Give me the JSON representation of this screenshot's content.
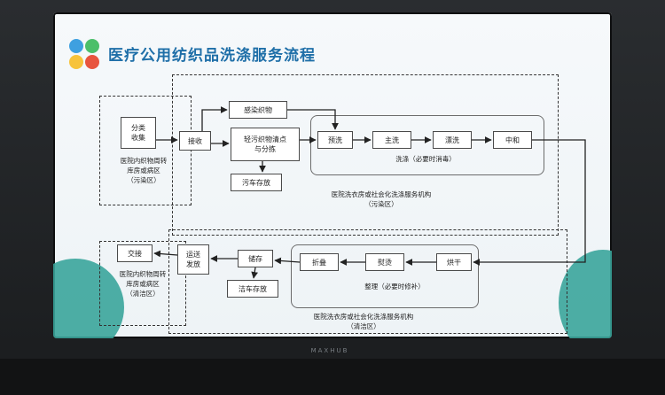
{
  "slide": {
    "title": "医疗公用纺织品洗涤服务流程",
    "left_top": {
      "sort_node": "分类\n收集",
      "caption": "医院内织物周转\n库房或病区\n（污染区）"
    },
    "contaminated": {
      "receive": "接收",
      "infected": "感染织物",
      "light_dirty": "轻污织物清点\n与分拣",
      "dirty_vehicle": "污车存放",
      "pre_wash": "预洗",
      "main_wash": "主洗",
      "rinse": "漂洗",
      "neutralize": "中和",
      "washing_caption": "洗涤（必要时消毒）",
      "area_caption": "医院洗衣房或社会化洗涤服务机构\n（污染区）"
    },
    "clean": {
      "dry": "烘干",
      "iron": "熨烫",
      "fold": "折叠",
      "store": "储存",
      "dispatch": "运送\n发放",
      "clean_vehicle": "洁车存放",
      "handover": "交接",
      "finishing_caption": "整理（必要时修补）",
      "area_caption": "医院洗衣房或社会化洗涤服务机构\n（清洁区）",
      "left_caption": "医院内织物周转\n库房或病区\n（清洁区）"
    }
  },
  "monitor": {
    "brand": "MAXHUB"
  }
}
